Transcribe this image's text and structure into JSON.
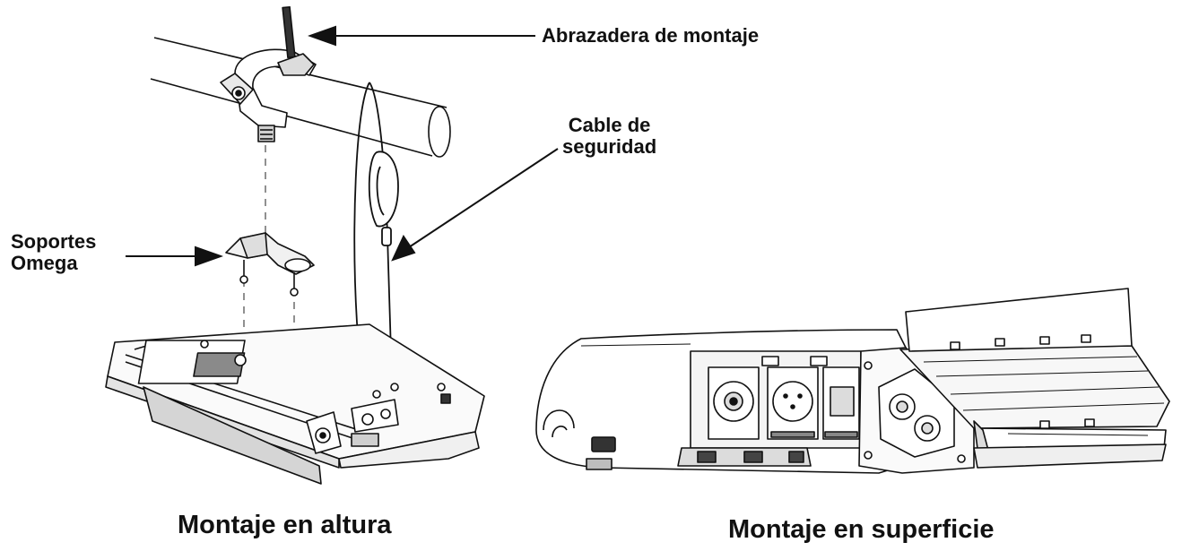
{
  "labels": {
    "mounting_clamp": "Abrazadera de montaje",
    "safety_cable_line1": "Cable de",
    "safety_cable_line2": "seguridad",
    "omega_brackets_line1": "Soportes",
    "omega_brackets_line2": "Omega",
    "caption_overhead": "Montaje en altura",
    "caption_surface": "Montaje en superficie"
  },
  "colors": {
    "ink": "#111111",
    "fill": "#ffffff",
    "shade": "#bdbdbd",
    "dark": "#555555"
  }
}
